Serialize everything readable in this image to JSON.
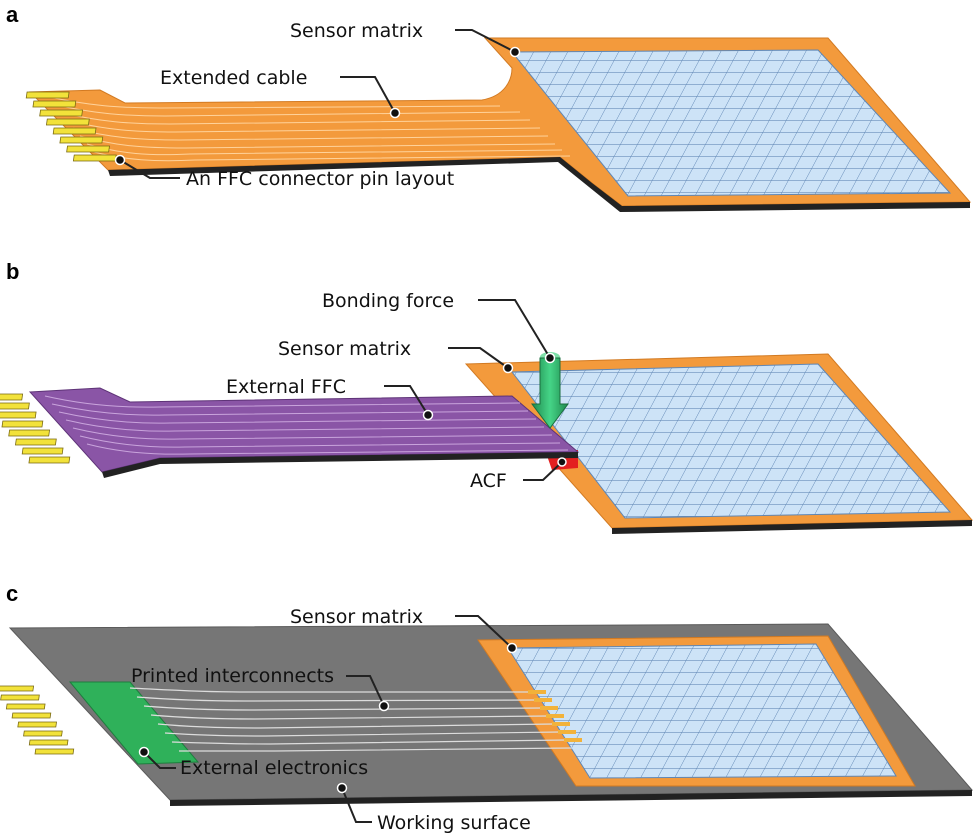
{
  "panels": {
    "a": {
      "letter": "a",
      "labels": {
        "sensor_matrix": "Sensor matrix",
        "extended_cable": "Extended cable",
        "connector_layout": "An FFC connector pin layout"
      }
    },
    "b": {
      "letter": "b",
      "labels": {
        "bonding_force": "Bonding force",
        "sensor_matrix": "Sensor matrix",
        "external_ffc": "External FFC",
        "acf": "ACF"
      }
    },
    "c": {
      "letter": "c",
      "labels": {
        "sensor_matrix": "Sensor matrix",
        "printed_interconnects": "Printed interconnects",
        "external_electronics": "External electronics",
        "working_surface": "Working surface"
      }
    }
  },
  "colors": {
    "substrate_orange": "#f39a3c",
    "grid_blue": "#cde3f7",
    "grid_line": "#5f86b4",
    "ffc_purple": "#8a55a6",
    "pin_yellow": "#f2e23a",
    "arrow_green": "#2eb46c",
    "acf_red": "#e32020",
    "surface_gray": "#767676",
    "electronics_green": "#2fb15a"
  }
}
